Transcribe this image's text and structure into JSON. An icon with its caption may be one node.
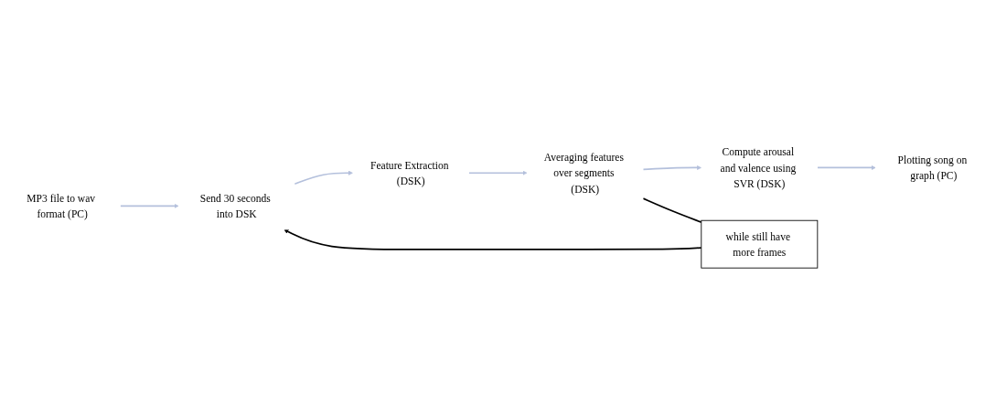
{
  "diagram": {
    "nodes": [
      {
        "text": [
          "MP3 file to wav format (PC)"
        ]
      },
      {
        "text": [
          "Send 30 seconds into DSK"
        ]
      },
      {
        "text": [
          "Feature Extraction (DSK)"
        ]
      },
      {
        "text": [
          "Averaging features over segments (DSK)"
        ]
      },
      {
        "text": [
          "Compute arousal and valence using SVR (DSK)"
        ]
      },
      {
        "text": [
          "Plotting song on graph (PC)"
        ]
      },
      {
        "text": [
          "while still have more frames"
        ]
      }
    ],
    "edges": [
      {
        "from": 0,
        "to": 1,
        "arrow": "to"
      },
      {
        "from": 1,
        "to": 2,
        "arrow": "to"
      },
      {
        "from": 2,
        "to": 3,
        "arrow": "to"
      },
      {
        "from": 3,
        "to": 4,
        "arrow": "to"
      },
      {
        "from": 4,
        "to": 5,
        "arrow": "to"
      },
      {
        "from": 3,
        "to": 6,
        "arrow": "none",
        "color": "#000000"
      },
      {
        "from": 6,
        "to": 1,
        "arrow": "to",
        "color": "#000000"
      }
    ]
  }
}
